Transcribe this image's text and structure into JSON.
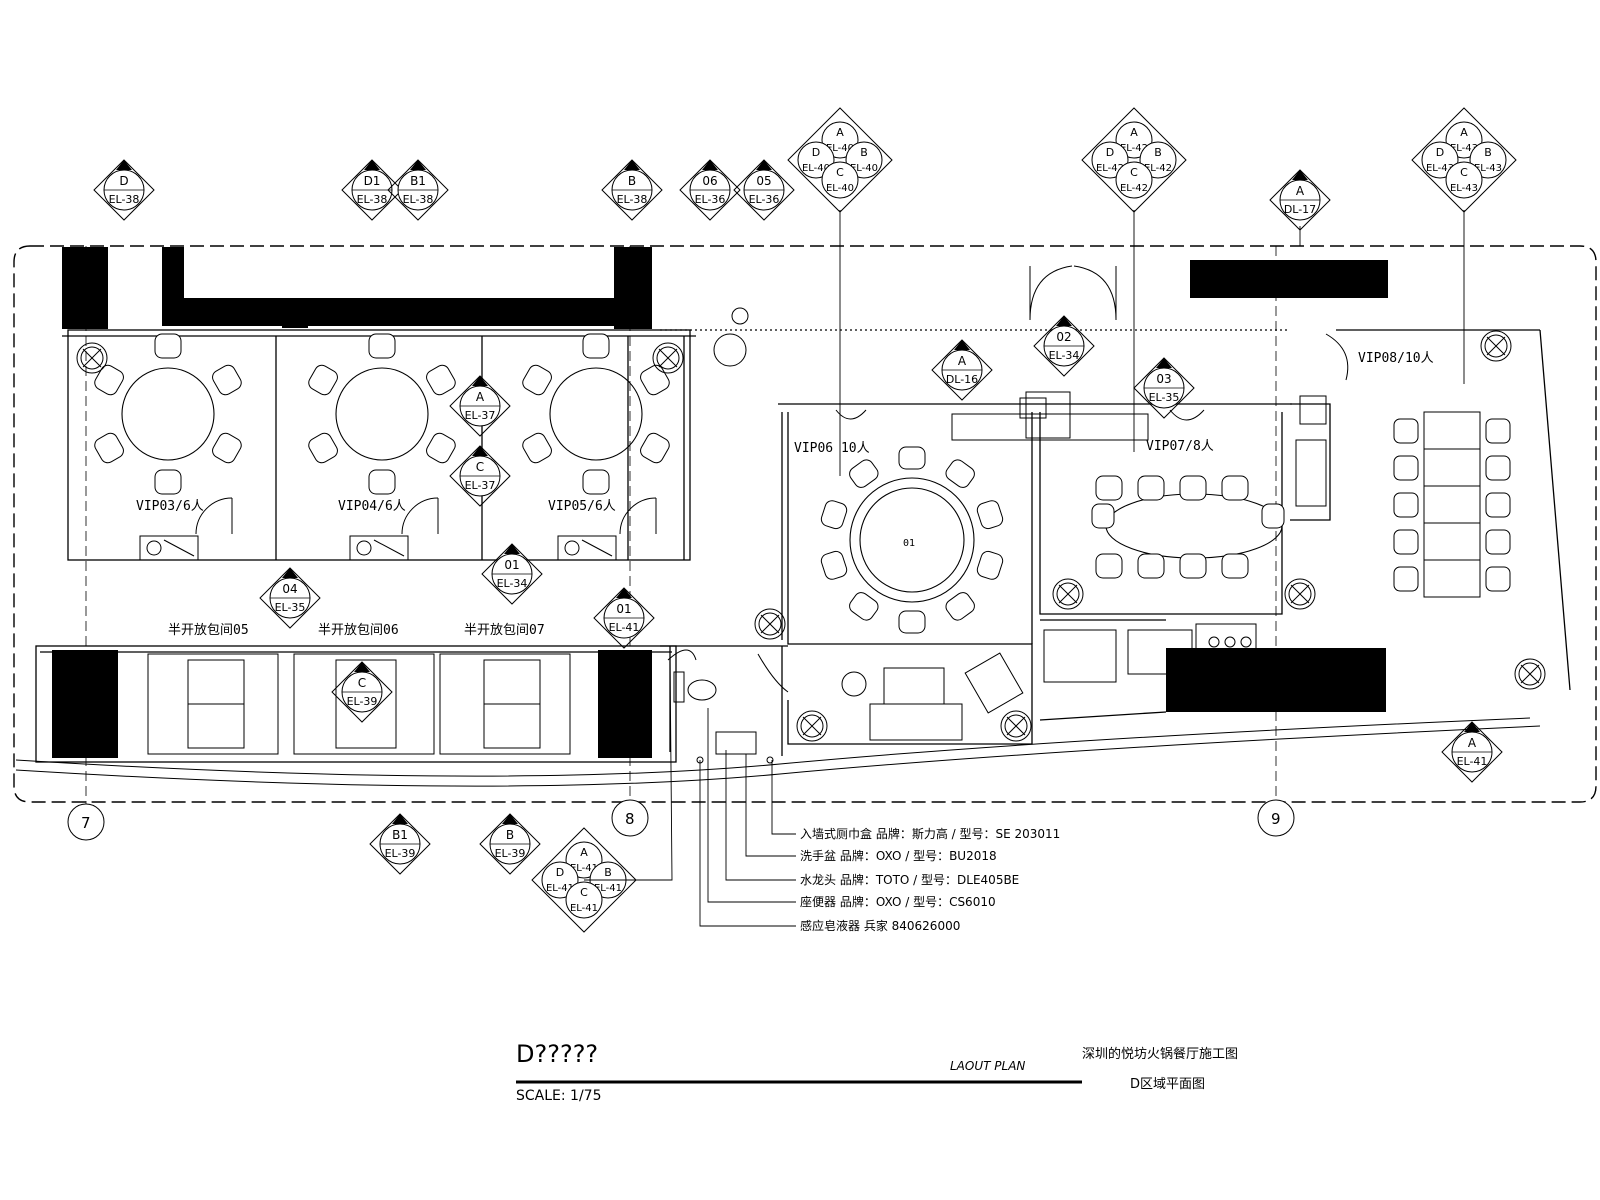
{
  "title_block": {
    "drawing_code": "D?????",
    "plan_label": "LAOUT PLAN",
    "scale": "SCALE: 1/75",
    "project": "深圳的悦坊火锅餐厅施工图",
    "sheet": "D区域平面图"
  },
  "grid_labels": [
    "7",
    "8",
    "9"
  ],
  "rooms": [
    {
      "name": "VIP03/6人"
    },
    {
      "name": "VIP04/6人"
    },
    {
      "name": "VIP05/6人"
    },
    {
      "name": "VIP06 10人"
    },
    {
      "name": "VIP07/8人"
    },
    {
      "name": "VIP08/10人"
    },
    {
      "name": "半开放包间05"
    },
    {
      "name": "半开放包间06"
    },
    {
      "name": "半开放包间07"
    }
  ],
  "table_mark": "01",
  "callouts": [
    {
      "id": "D",
      "ref": "EL-38"
    },
    {
      "id": "D1",
      "ref": "EL-38"
    },
    {
      "id": "B1",
      "ref": "EL-38"
    },
    {
      "id": "B",
      "ref": "EL-38"
    },
    {
      "id": "06",
      "ref": "EL-36"
    },
    {
      "id": "05",
      "ref": "EL-36"
    },
    {
      "id": "A",
      "ref": "DL-17"
    },
    {
      "id": "02",
      "ref": "EL-34"
    },
    {
      "id": "A",
      "ref": "DL-16"
    },
    {
      "id": "03",
      "ref": "EL-35"
    },
    {
      "id": "A",
      "ref": "EL-37"
    },
    {
      "id": "C",
      "ref": "EL-37"
    },
    {
      "id": "01",
      "ref": "EL-34"
    },
    {
      "id": "04",
      "ref": "EL-35"
    },
    {
      "id": "01",
      "ref": "EL-41"
    },
    {
      "id": "C",
      "ref": "EL-39"
    },
    {
      "id": "A",
      "ref": "EL-41"
    },
    {
      "id": "B1",
      "ref": "EL-39"
    },
    {
      "id": "B",
      "ref": "EL-39"
    }
  ],
  "quad_callouts": [
    {
      "refs": [
        "EL-40",
        "EL-40",
        "EL-40",
        "EL-40"
      ],
      "letters": [
        "A",
        "D",
        "B",
        "C"
      ]
    },
    {
      "refs": [
        "EL-42",
        "EL-42",
        "EL-42",
        "EL-42"
      ],
      "letters": [
        "A",
        "D",
        "B",
        "C"
      ]
    },
    {
      "refs": [
        "EL-43",
        "EL-43",
        "EL-43",
        "EL-43"
      ],
      "letters": [
        "A",
        "D",
        "B",
        "C"
      ]
    },
    {
      "refs": [
        "EL-41",
        "EL-41",
        "EL-41",
        "EL-41"
      ],
      "letters": [
        "A",
        "D",
        "B",
        "C"
      ]
    }
  ],
  "fixture_notes": [
    "入墙式厕巾盒 品牌：斯力高 / 型号：SE 203011",
    "洗手盆 品牌：OXO / 型号：BU2018",
    "水龙头 品牌：TOTO / 型号：DLE405BE",
    "座便器 品牌：OXO / 型号：CS6010",
    "感应皂液器 兵家 840626000"
  ]
}
